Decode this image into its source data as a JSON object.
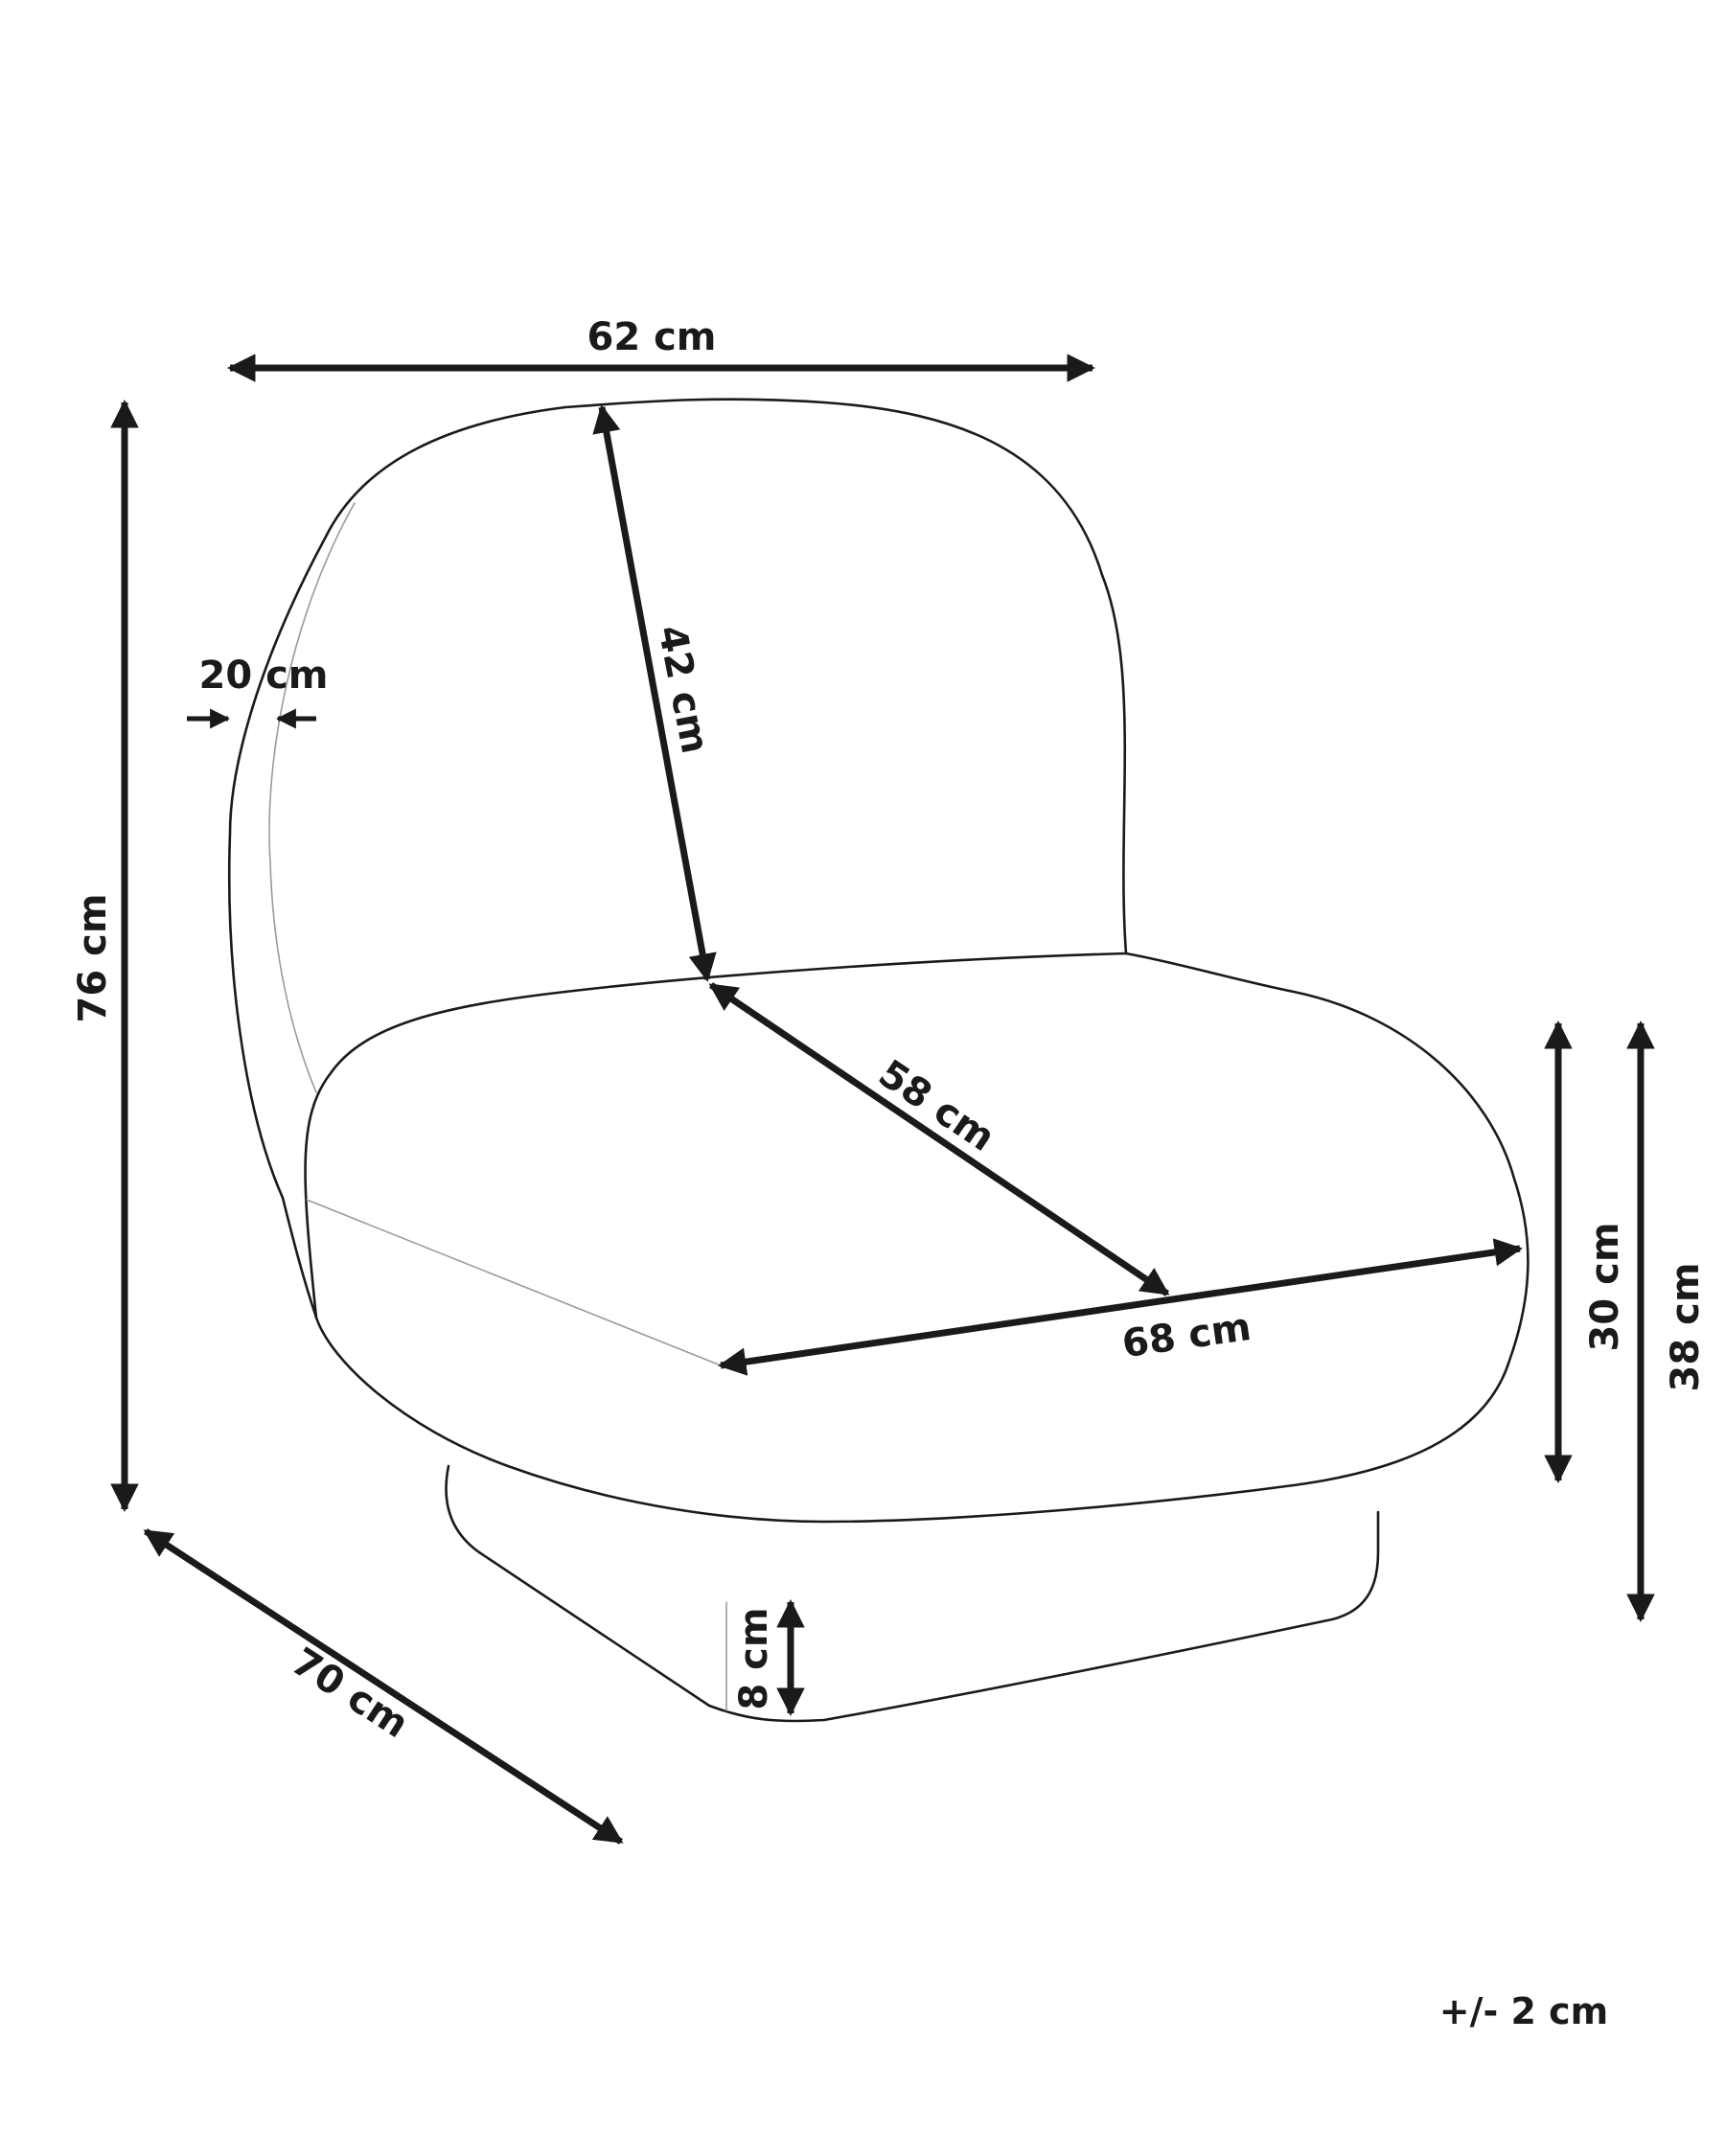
{
  "dimensions": {
    "width_top": "62 cm",
    "height_total": "76 cm",
    "backrest_thickness": "20 cm",
    "backrest_height": "42 cm",
    "seat_depth": "58 cm",
    "seat_width": "68 cm",
    "seat_height": "30 cm",
    "overall_seat_height": "38 cm",
    "base_height": "8 cm",
    "depth_total": "70 cm"
  },
  "tolerance": "+/- 2 cm",
  "colors": {
    "ink": "#1a1a1a",
    "thin_line": "#9a9a9a",
    "background": "#ffffff"
  }
}
